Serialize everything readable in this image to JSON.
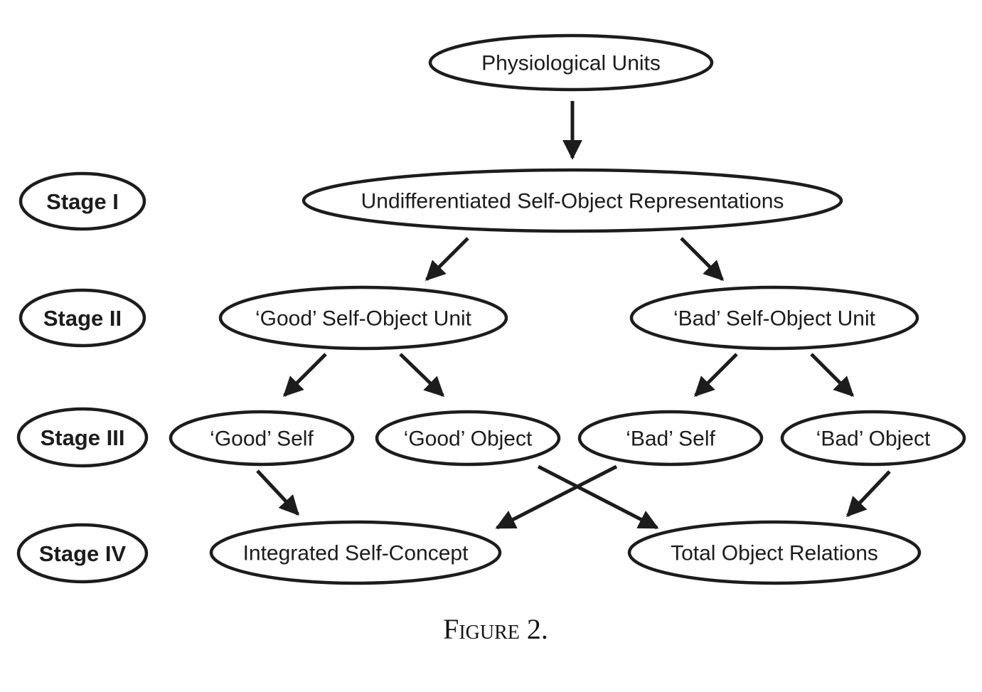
{
  "diagram": {
    "caption": "Figure 2.",
    "stage_labels": [
      "Stage I",
      "Stage II",
      "Stage III",
      "Stage IV"
    ],
    "nodes": {
      "physiological_units": "Physiological Units",
      "undifferentiated_self_object_representations": "Undifferentiated Self-Object Representations",
      "good_self_object_unit": "‘Good’ Self-Object Unit",
      "bad_self_object_unit": "‘Bad’ Self-Object Unit",
      "good_self": "‘Good’ Self",
      "good_object": "‘Good’ Object",
      "bad_self": "‘Bad’ Self",
      "bad_object": "‘Bad’ Object",
      "integrated_self_concept": "Integrated Self-Concept",
      "total_object_relations": "Total Object Relations"
    },
    "edges": [
      {
        "from": "physiological_units",
        "to": "undifferentiated_self_object_representations"
      },
      {
        "from": "undifferentiated_self_object_representations",
        "to": "good_self_object_unit"
      },
      {
        "from": "undifferentiated_self_object_representations",
        "to": "bad_self_object_unit"
      },
      {
        "from": "good_self_object_unit",
        "to": "good_self"
      },
      {
        "from": "good_self_object_unit",
        "to": "good_object"
      },
      {
        "from": "bad_self_object_unit",
        "to": "bad_self"
      },
      {
        "from": "bad_self_object_unit",
        "to": "bad_object"
      },
      {
        "from": "good_self",
        "to": "integrated_self_concept"
      },
      {
        "from": "bad_self",
        "to": "integrated_self_concept"
      },
      {
        "from": "good_object",
        "to": "total_object_relations"
      },
      {
        "from": "bad_object",
        "to": "total_object_relations"
      }
    ],
    "colors": {
      "ink": "#1c1c1c",
      "background": "#ffffff"
    }
  }
}
